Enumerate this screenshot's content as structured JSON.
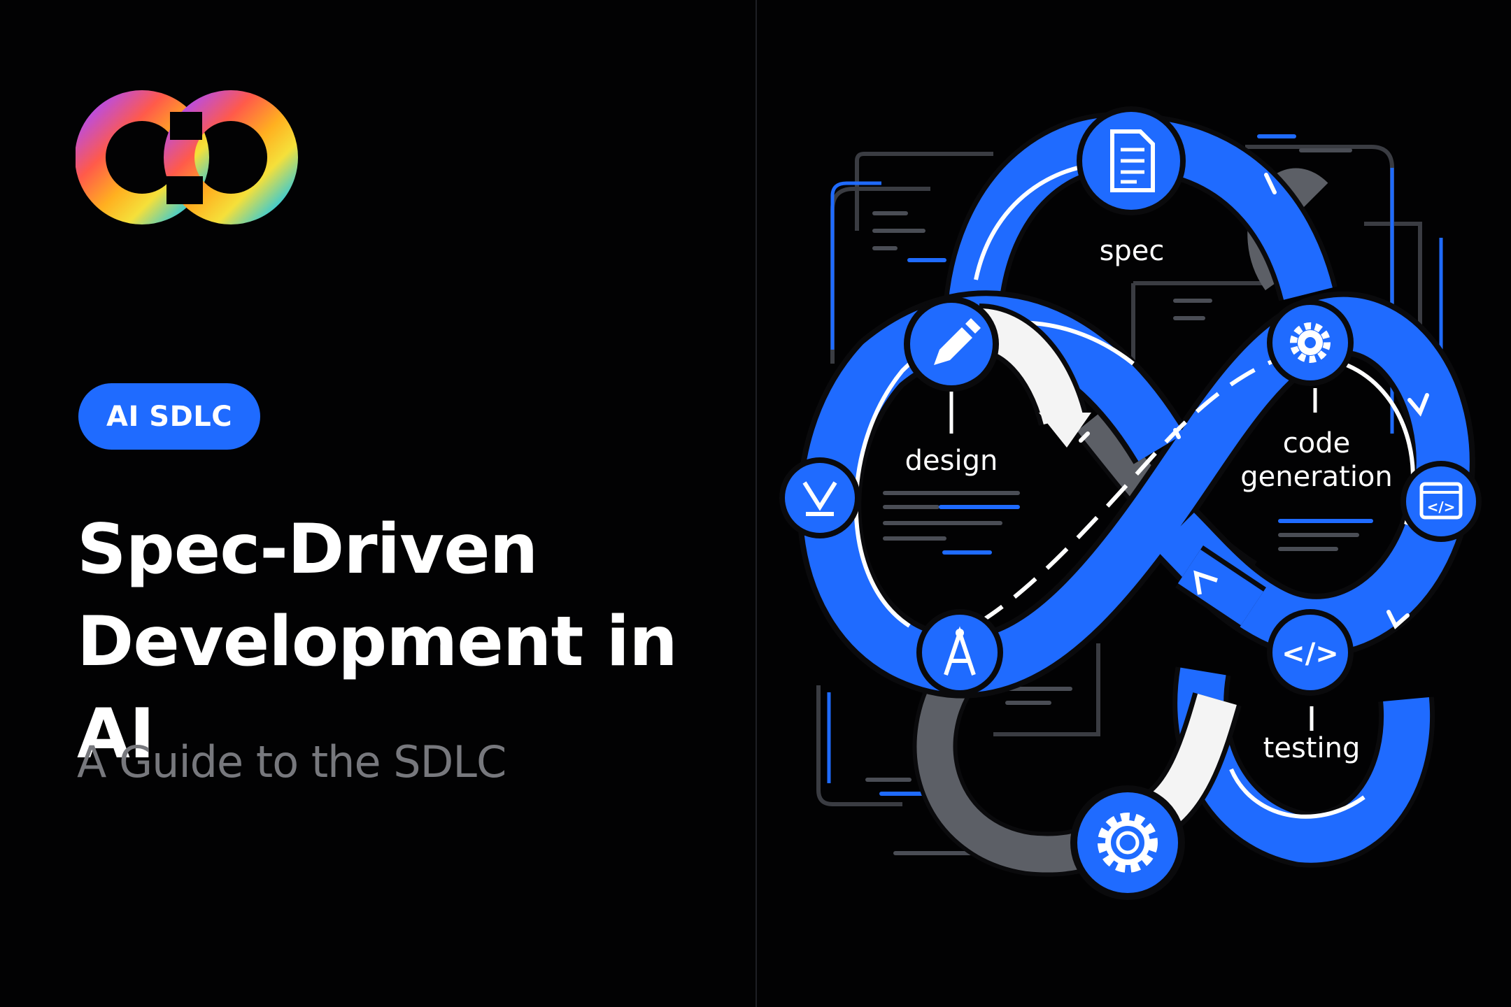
{
  "brand": {
    "logo_icon": "infinity-logo-icon"
  },
  "badge": {
    "label": "AI SDLC"
  },
  "headline": {
    "line1": "Spec-Driven",
    "line2": "Development in AI"
  },
  "subtitle": "A Guide to the SDLC",
  "diagram": {
    "labels": {
      "spec": "spec",
      "design": "design",
      "code_line1": "code",
      "code_line2": "generation",
      "testing": "testing"
    },
    "icons": [
      "document-icon",
      "pencil-icon",
      "gear-icon",
      "compass-icon",
      "code-window-icon",
      "code-icon",
      "settings-icon",
      "tools-icon"
    ],
    "colors": {
      "accent": "#1f6bff",
      "ring_gray": "#5c5f66",
      "arrow_white": "#ffffff",
      "background": "#020203"
    }
  }
}
